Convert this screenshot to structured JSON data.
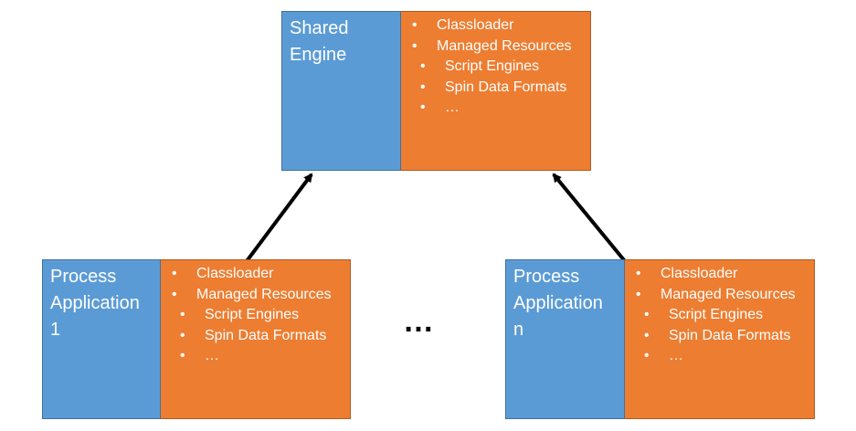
{
  "nodes": {
    "shared_engine": {
      "title": "Shared\nEngine",
      "items": [
        "Classloader",
        "Managed Resources"
      ],
      "sub_items": [
        "Script Engines",
        "Spin Data Formats",
        "…"
      ]
    },
    "process_app_1": {
      "title": "Process\nApplication\n1",
      "items": [
        "Classloader",
        "Managed Resources"
      ],
      "sub_items": [
        "Script Engines",
        "Spin Data Formats",
        "…"
      ]
    },
    "process_app_n": {
      "title": "Process\nApplication\nn",
      "items": [
        "Classloader",
        "Managed Resources"
      ],
      "sub_items": [
        "Script Engines",
        "Spin Data Formats",
        "…"
      ]
    }
  },
  "separator": "…",
  "colors": {
    "title_fill": "#5b9bd5",
    "body_fill": "#ed7d31",
    "arrow": "#000000"
  }
}
